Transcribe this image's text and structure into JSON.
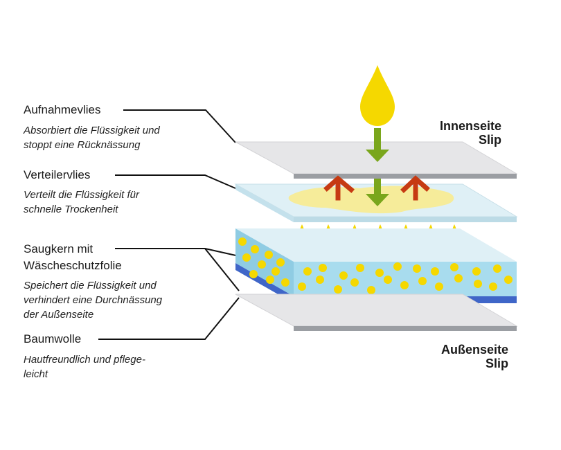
{
  "layers": [
    {
      "title": "Aufnahmevlies",
      "description": "Absorbiert die Flüssigkeit und\nstoppt eine Rücknässung"
    },
    {
      "title": "Verteilervlies",
      "description": "Verteilt die Flüssigkeit für\nschnelle Trockenheit"
    },
    {
      "title": "Saugkern mit\nWäscheschutzfolie",
      "description": "Speichert die Flüssigkeit und\nverhindert eine Durchnässung\nder Außenseite"
    },
    {
      "title": "Baumwolle",
      "description": "Hautfreundlich und pflege-\nleicht"
    }
  ],
  "inner_side": {
    "line1": "Innenseite",
    "line2": "Slip"
  },
  "outer_side": {
    "line1": "Außenseite",
    "line2": "Slip"
  },
  "colors": {
    "sheet_gray": "#e6e6e8",
    "sheet_edge": "#9b9ea3",
    "distribution_sheet": "#dff0f6",
    "core_blue": "#a8dcee",
    "core_side": "#8fcce3",
    "foil_blue": "#3f66c8",
    "liquid_yellow": "#f5d800",
    "liquid_pale": "#f6ec9a",
    "arrow_green": "#7aa61c",
    "arrow_red": "#c63a12"
  }
}
